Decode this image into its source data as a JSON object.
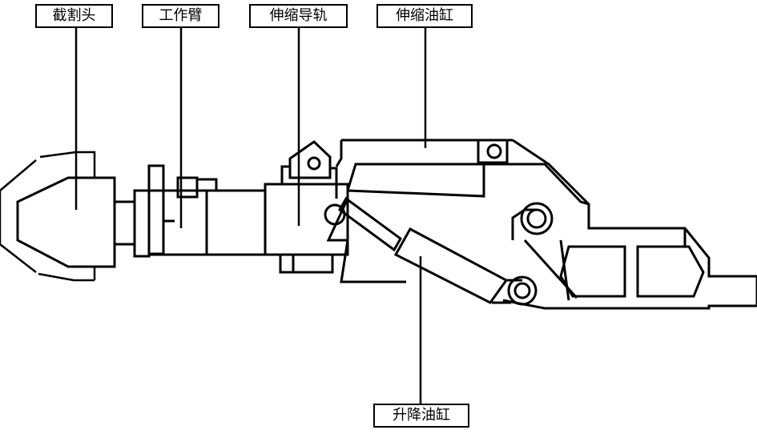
{
  "labels": {
    "cutting_head": "截割头",
    "working_arm": "工作臂",
    "telescopic_guide": "伸缩导轨",
    "telescopic_cylinder": "伸缩油缸",
    "lifting_cylinder": "升降油缸"
  },
  "colors": {
    "line": "#000000",
    "background": "#ffffff"
  }
}
